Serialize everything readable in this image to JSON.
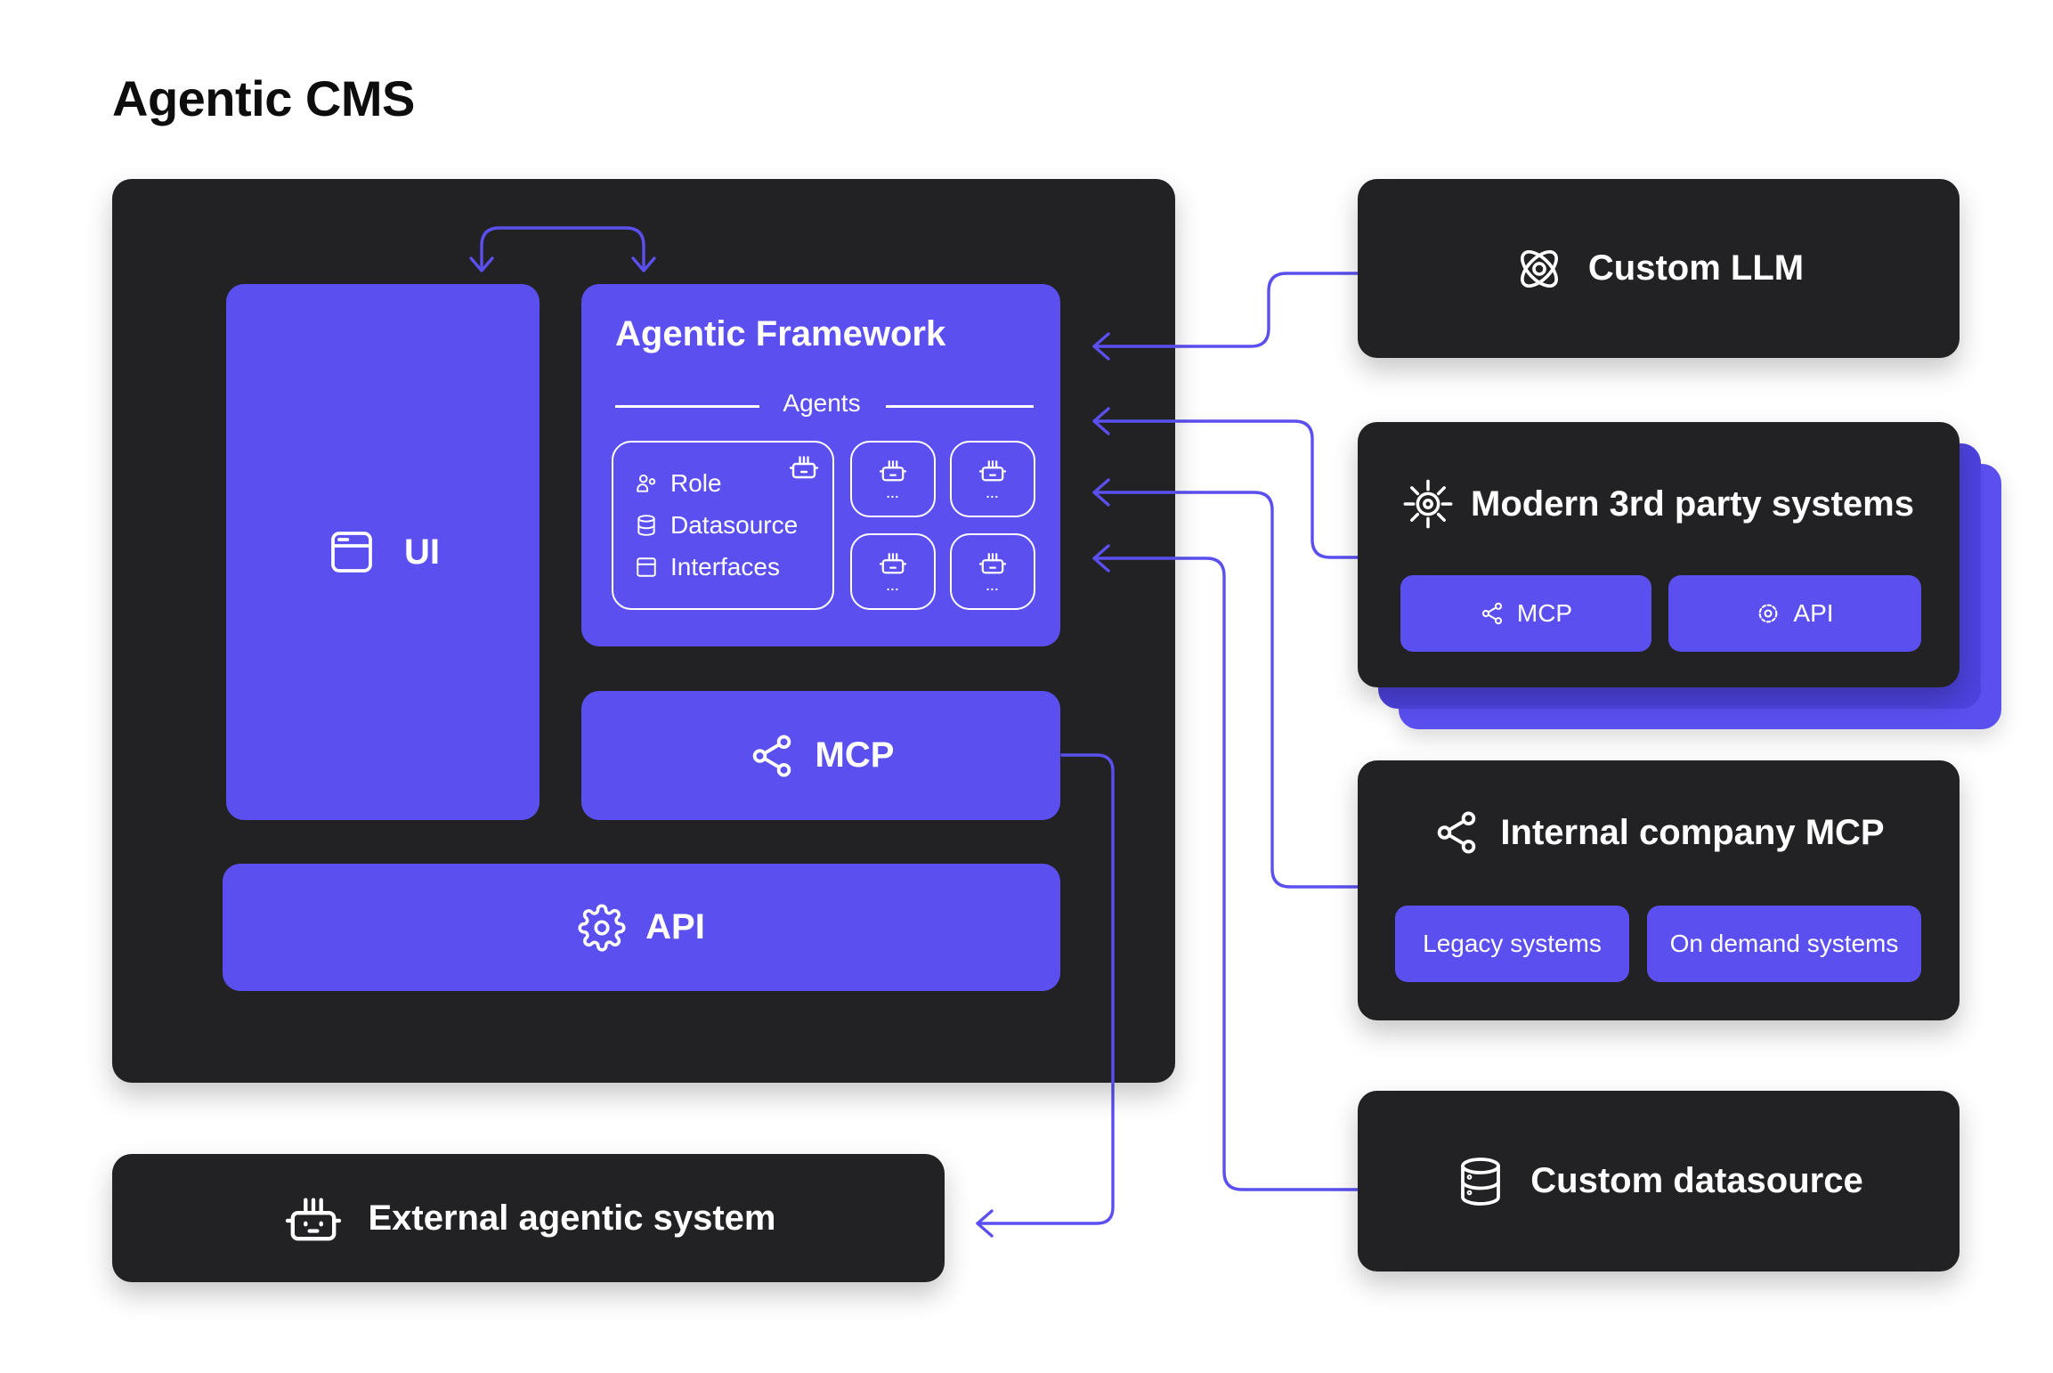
{
  "title": "Agentic CMS",
  "colors": {
    "accent": "#5b4ff0",
    "panel": "#222224",
    "background": "#ffffff",
    "text": "#ffffff"
  },
  "cms": {
    "ui": {
      "label": "UI",
      "icon": "browser-window-icon"
    },
    "framework": {
      "title": "Agentic Framework",
      "agents_label": "Agents",
      "agent_props": [
        {
          "label": "Role",
          "icon": "users-icon"
        },
        {
          "label": "Datasource",
          "icon": "database-icon"
        },
        {
          "label": "Interfaces",
          "icon": "browser-window-icon"
        }
      ],
      "agent_placeholder": "...",
      "agent_icon": "robot-icon"
    },
    "mcp": {
      "label": "MCP",
      "icon": "share-nodes-icon"
    },
    "api": {
      "label": "API",
      "icon": "gear-icon"
    }
  },
  "external": {
    "label": "External agentic system",
    "icon": "robot-icon"
  },
  "right": {
    "llm": {
      "label": "Custom LLM",
      "icon": "atom-icon"
    },
    "third_party": {
      "label": "Modern 3rd party systems",
      "icon": "sun-gear-icon",
      "buttons": [
        {
          "label": "MCP",
          "icon": "share-nodes-icon"
        },
        {
          "label": "API",
          "icon": "gear-icon"
        }
      ]
    },
    "internal": {
      "label": "Internal company MCP",
      "icon": "share-nodes-icon",
      "buttons": [
        {
          "label": "Legacy systems"
        },
        {
          "label": "On demand systems"
        }
      ]
    },
    "datasource": {
      "label": "Custom datasource",
      "icon": "database-icon"
    }
  }
}
